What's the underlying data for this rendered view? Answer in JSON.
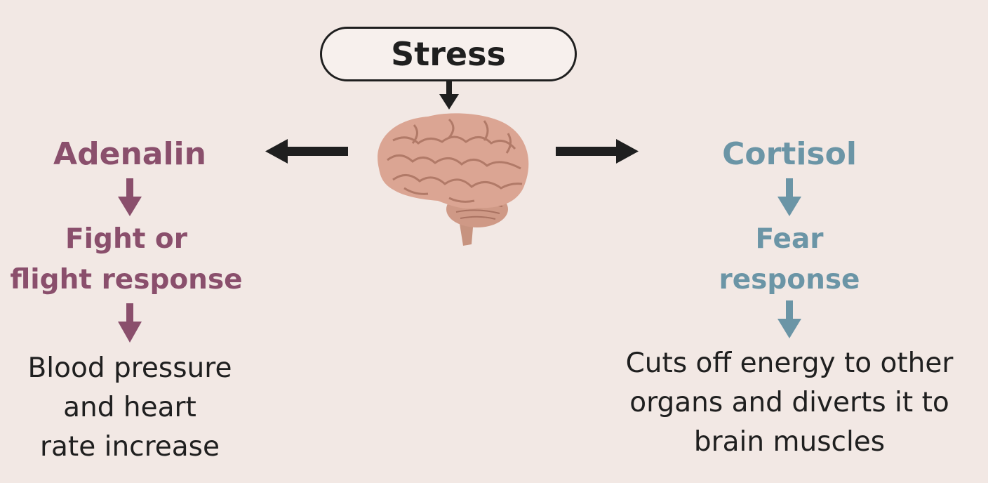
{
  "stress": {
    "label": "Stress"
  },
  "left": {
    "hormone": "Adenalin",
    "response_lines": [
      "Fight or",
      "flight response"
    ],
    "effect_lines": [
      "Blood pressure",
      "and heart",
      "rate increase"
    ]
  },
  "right": {
    "hormone": "Cortisol",
    "response_lines": [
      "Fear",
      "response"
    ],
    "effect_lines": [
      "Cuts off energy to other",
      "organs and diverts it to",
      "brain muscles"
    ]
  },
  "icons": {
    "brain": "brain-icon"
  },
  "colors": {
    "background": "#f2e8e4",
    "adrenaline": "#8a4f6c",
    "cortisol": "#6b95a6",
    "dark": "#1f1f1f",
    "brain": "#d9a18f"
  }
}
